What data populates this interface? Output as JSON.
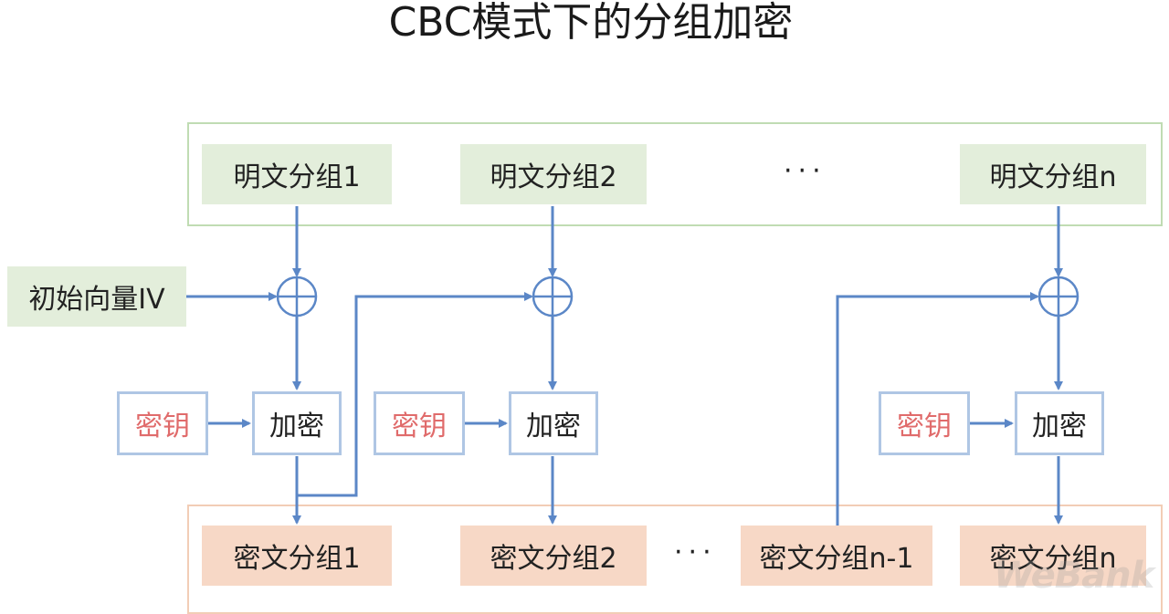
{
  "title": "CBC模式下的分组加密",
  "plaintext_blocks": [
    "明文分组1",
    "明文分组2",
    "明文分组n"
  ],
  "ciphertext_blocks": [
    "密文分组1",
    "密文分组2",
    "密文分组n-1",
    "密文分组n"
  ],
  "iv_label": "初始向量IV",
  "key_label": "密钥",
  "encrypt_label": "加密",
  "ellipsis": "···",
  "watermark": "WeBank",
  "colors": {
    "arrow": "#5b87c7",
    "plain_fill": "#e3eedb",
    "cipher_fill": "#f7d8c6",
    "key_text": "#e06b6b",
    "box_border": "#afc6e4"
  }
}
